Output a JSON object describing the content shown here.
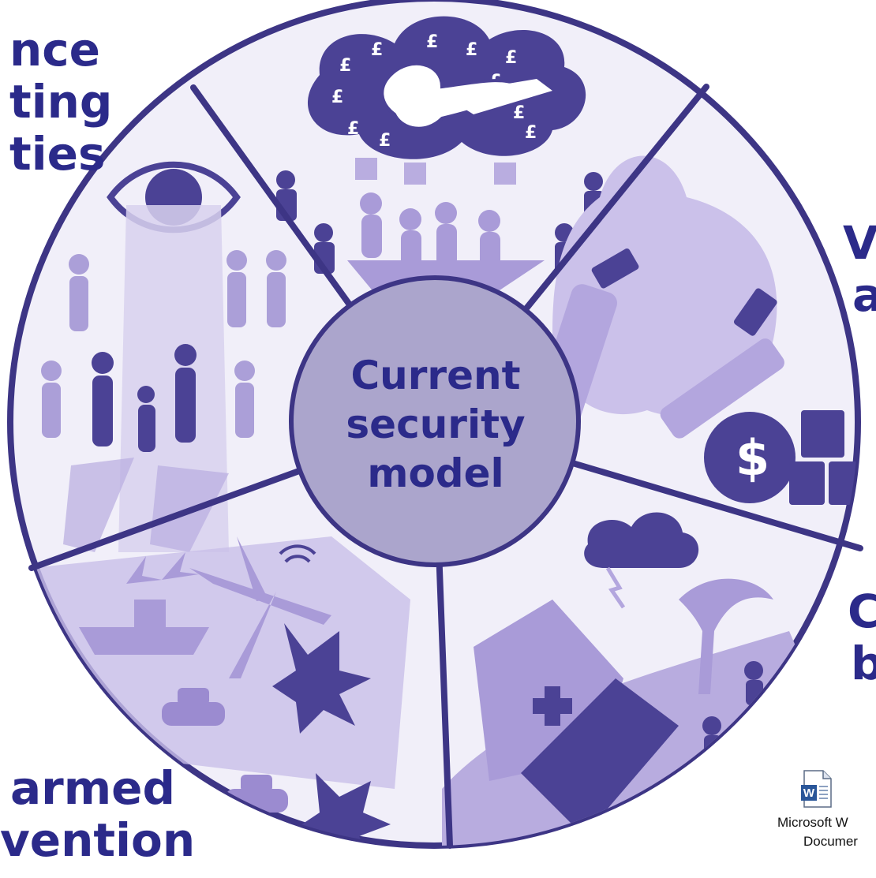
{
  "hub": {
    "lines": [
      "Current",
      "security",
      "model"
    ]
  },
  "labels": {
    "top_left": [
      "nce",
      "ting",
      "ties"
    ],
    "right_upper": [
      "V",
      "a"
    ],
    "right_lower": [
      "C",
      "b"
    ],
    "bottom_left": [
      "armed",
      "vention"
    ]
  },
  "attachment": {
    "name_lines": [
      "Microsoft W",
      "Documer"
    ],
    "icon_letter": "W"
  },
  "colors": {
    "ink": "#2b2a8a",
    "wheel_fill": "#f1eff9",
    "hub_fill": "#aba5cc",
    "figure_light": "#b2a6dc",
    "figure_dark": "#4c4490"
  }
}
